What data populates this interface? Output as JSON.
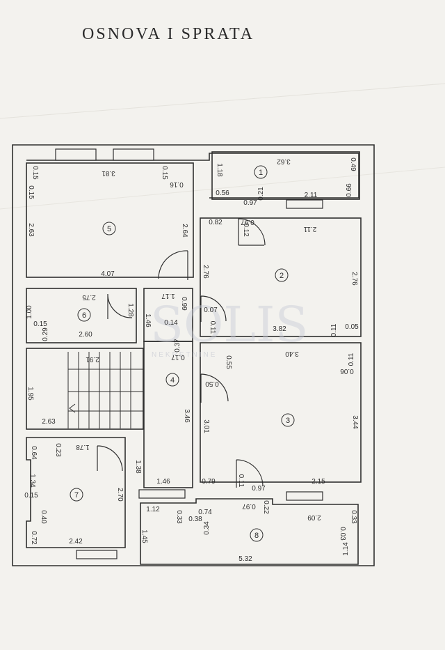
{
  "title": "OSNOVA I SPRATA",
  "watermark": {
    "brand": "SOLIS",
    "sub": "NEKRETNINE"
  },
  "colors": {
    "paper": "#f3f2ee",
    "ink": "#2e2e2e"
  },
  "rooms": [
    "1",
    "2",
    "3",
    "4",
    "5",
    "6",
    "7",
    "8"
  ],
  "dimensions": [
    "3.62",
    "1.18",
    "0.49",
    "0.56",
    "0.21",
    "0.66",
    "0.97",
    "2.11",
    "0.15",
    "3.81",
    "0.15",
    "0.16",
    "0.15",
    "2.63",
    "2.64",
    "4.07",
    "0.82",
    "0.12",
    "0.97",
    "2.11",
    "2.76",
    "2.76",
    "3.82",
    "0.11",
    "0.05",
    "2.75",
    "1.00",
    "1.28",
    "0.15",
    "0.29",
    "2.60",
    "1.17",
    "0.99",
    "0.07",
    "0.11",
    "1.46",
    "0.14",
    "0.37",
    "0.17",
    "2.91",
    "1.95",
    "2.63",
    "3.46",
    "0.55",
    "3.40",
    "0.11",
    "0.06",
    "0.50",
    "3.01",
    "3.44",
    "0.23",
    "1.78",
    "0.64",
    "1.34",
    "0.15",
    "0.40",
    "0.72",
    "2.70",
    "1.38",
    "2.42",
    "1.46",
    "0.79",
    "0.11",
    "0.97",
    "2.15",
    "1.12",
    "0.33",
    "0.38",
    "0.74",
    "0.34",
    "0.97",
    "0.22",
    "2.09",
    "0.33",
    "0.03",
    "1.14",
    "1.45",
    "5.32"
  ]
}
